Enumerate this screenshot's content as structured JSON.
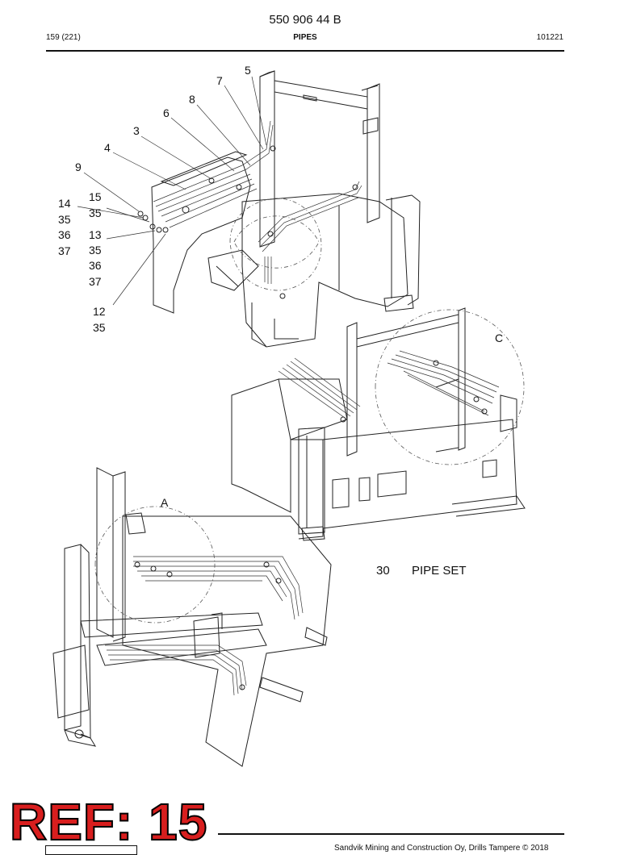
{
  "header": {
    "doc_number": "550 906 44 B",
    "page_label": "159 (221)",
    "section_title": "PIPES",
    "code": "101221"
  },
  "callouts": {
    "c5": "5",
    "c7": "7",
    "c8": "8",
    "c6": "6",
    "c3": "3",
    "c4": "4",
    "c9": "9",
    "c14": "14",
    "c35a": "35",
    "c36a": "36",
    "c37a": "37",
    "c15": "15",
    "c35b": "35",
    "c13": "13",
    "c35c": "35",
    "c36b": "36",
    "c37b": "37",
    "c12": "12",
    "c35d": "35"
  },
  "detail_views": {
    "view_c": "C",
    "view_a": "A"
  },
  "parts": [
    {
      "item": "30",
      "description": "PIPE SET"
    }
  ],
  "stamp": {
    "text": "REF: 15"
  },
  "footer": {
    "copyright": "Sandvik Mining and Construction Oy, Drills Tampere © 2018"
  }
}
